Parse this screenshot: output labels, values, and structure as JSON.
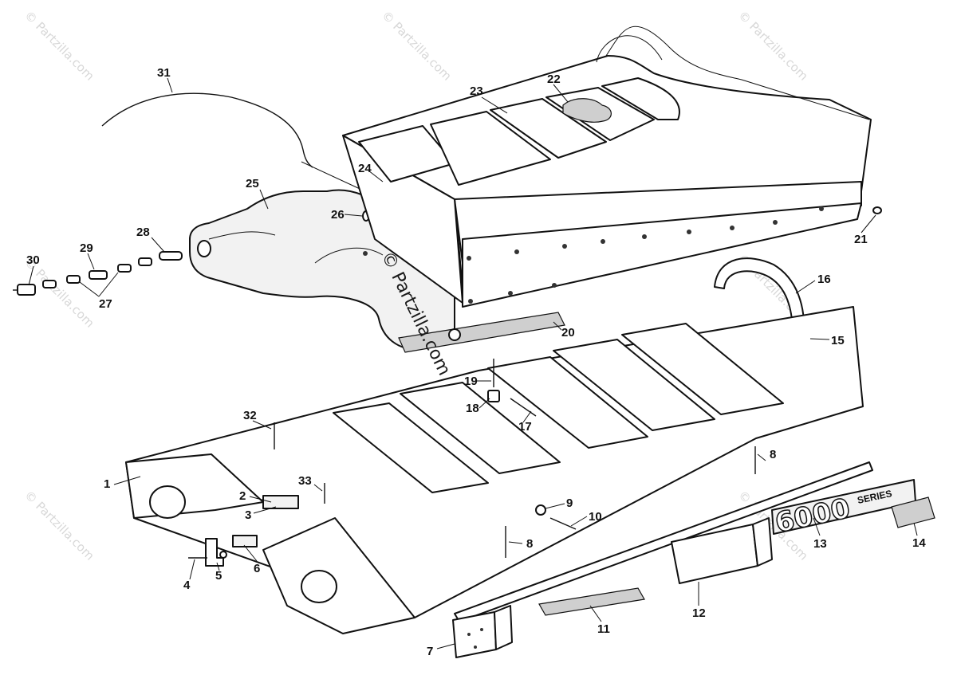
{
  "watermarks": {
    "corner": "© Partzilla.com",
    "center": "© Partzilla.com"
  },
  "badge": {
    "number": "6000",
    "word": "SERIES"
  },
  "callouts": {
    "c1": "1",
    "c2": "2",
    "c3": "3",
    "c4": "4",
    "c5": "5",
    "c6": "6",
    "c7": "7",
    "c8a": "8",
    "c8b": "8",
    "c9": "9",
    "c10": "10",
    "c11": "11",
    "c12": "12",
    "c13": "13",
    "c14": "14",
    "c15": "15",
    "c16": "16",
    "c17": "17",
    "c18": "18",
    "c19": "19",
    "c20": "20",
    "c21": "21",
    "c22": "22",
    "c23": "23",
    "c24": "24",
    "c25": "25",
    "c26": "26",
    "c27": "27",
    "c28": "28",
    "c29": "29",
    "c30": "30",
    "c31": "31",
    "c32": "32",
    "c33": "33"
  }
}
